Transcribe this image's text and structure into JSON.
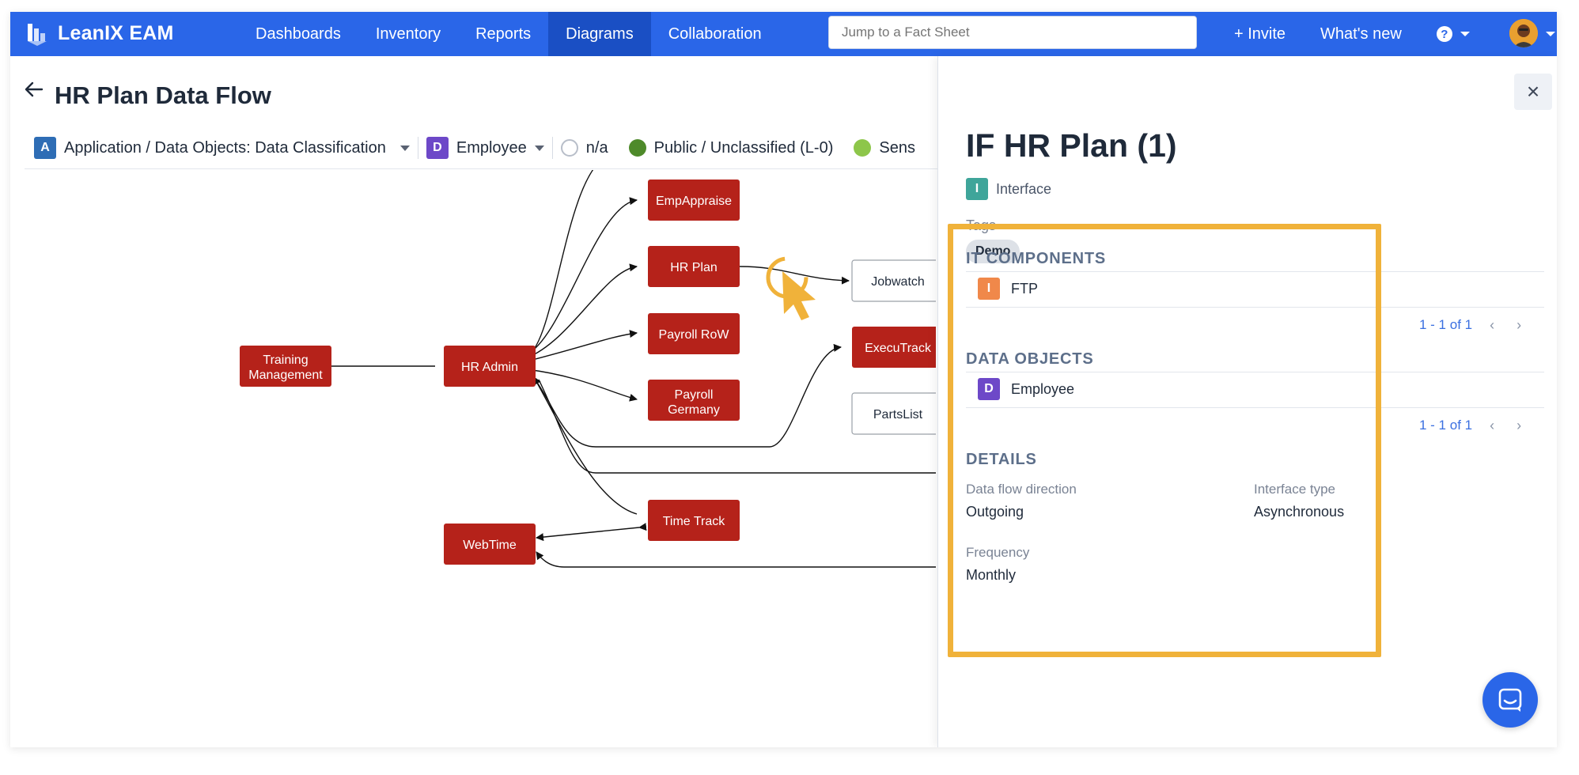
{
  "app": {
    "name": "LeanIX EAM"
  },
  "nav": {
    "items": [
      {
        "label": "Dashboards",
        "active": false
      },
      {
        "label": "Inventory",
        "active": false
      },
      {
        "label": "Reports",
        "active": false
      },
      {
        "label": "Diagrams",
        "active": true
      },
      {
        "label": "Collaboration",
        "active": false
      }
    ],
    "search_placeholder": "Jump to a Fact Sheet",
    "invite_label": "+ Invite",
    "whats_new_label": "What's new",
    "help_icon": "?"
  },
  "page": {
    "title": "HR Plan Data Flow"
  },
  "toolbar": {
    "view_badge": "A",
    "view_label": "Application / Data Objects: Data Classification",
    "object_badge": "D",
    "object_label": "Employee",
    "legend": [
      {
        "label": "n/a",
        "color": "#ffffff"
      },
      {
        "label": "Public / Unclassified (L-0)",
        "color": "#4e8a2a"
      },
      {
        "label": "Sens",
        "color": "#8dc64a"
      }
    ]
  },
  "diagram": {
    "nodes": [
      {
        "id": "training",
        "label": "Training|Management",
        "style": "red"
      },
      {
        "id": "hradmin",
        "label": "HR Admin",
        "style": "red"
      },
      {
        "id": "webtime",
        "label": "WebTime",
        "style": "red"
      },
      {
        "id": "empappraise",
        "label": "EmpAppraise",
        "style": "red"
      },
      {
        "id": "hrplan",
        "label": "HR Plan",
        "style": "red"
      },
      {
        "id": "payrollrow",
        "label": "Payroll RoW",
        "style": "red"
      },
      {
        "id": "payrollgermany",
        "label": "Payroll|Germany",
        "style": "red"
      },
      {
        "id": "timetrack",
        "label": "Time Track",
        "style": "red"
      },
      {
        "id": "jobwatch",
        "label": "Jobwatch",
        "style": "white"
      },
      {
        "id": "executrack",
        "label": "ExecuTrack",
        "style": "red"
      },
      {
        "id": "partslist",
        "label": "PartsList",
        "style": "white"
      }
    ],
    "colors": {
      "red": "#b5221a",
      "white": "#ffffff",
      "cursor": "#f0b23a"
    }
  },
  "panel": {
    "title": "IF HR Plan (1)",
    "type_badge": "I",
    "type_label": "Interface",
    "tags_label": "Tags",
    "tags": [
      "Demo"
    ],
    "it_components": {
      "title": "IT COMPONENTS",
      "items": [
        {
          "badge": "I",
          "label": "FTP"
        }
      ],
      "pager": "1 - 1 of 1"
    },
    "data_objects": {
      "title": "DATA OBJECTS",
      "items": [
        {
          "badge": "D",
          "label": "Employee"
        }
      ],
      "pager": "1 - 1 of 1"
    },
    "details": {
      "title": "DETAILS",
      "fields": [
        {
          "label": "Data flow direction",
          "value": "Outgoing"
        },
        {
          "label": "Interface type",
          "value": "Asynchronous"
        },
        {
          "label": "Frequency",
          "value": "Monthly"
        }
      ]
    }
  }
}
